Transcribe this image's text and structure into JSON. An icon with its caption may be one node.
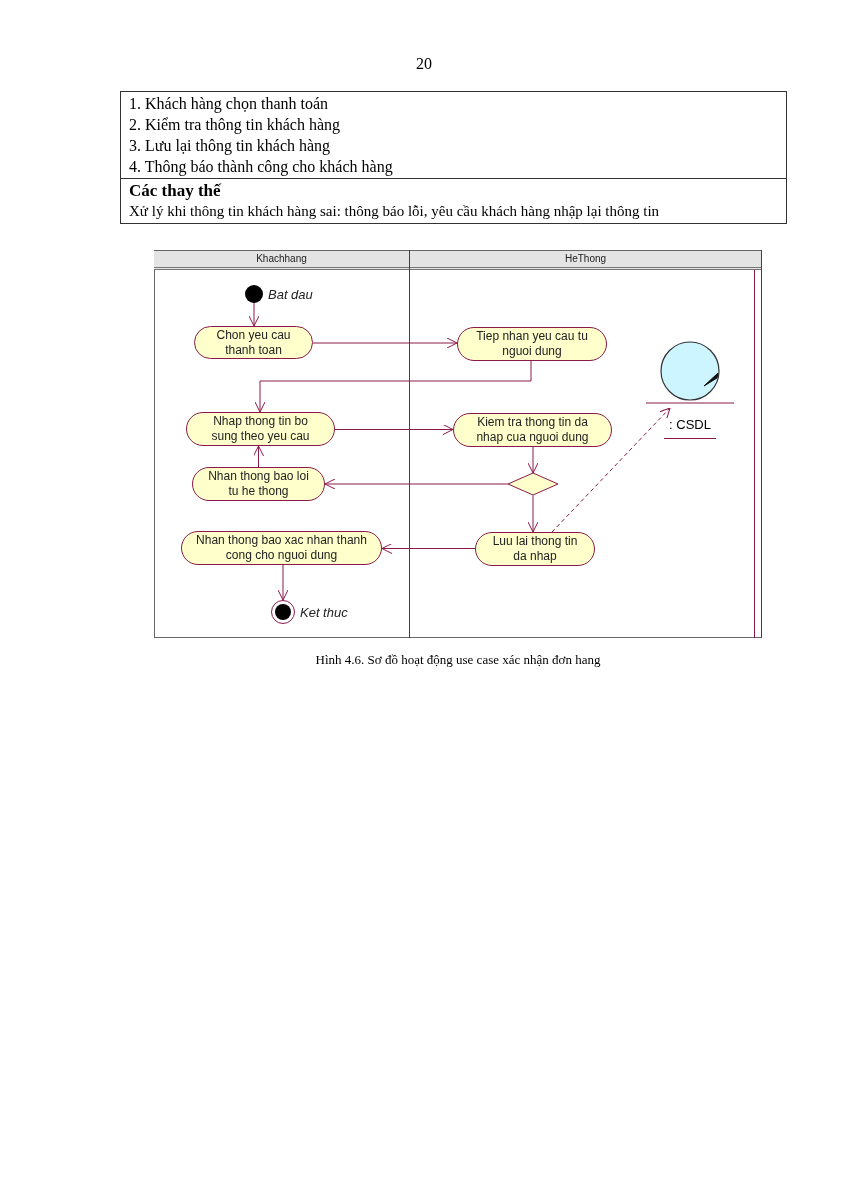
{
  "diagram": {
    "caption": "Hình 4.6. Sơ đồ hoạt động use case xác nhận đơn hang",
    "nodes": [
      {
        "text": [
          "Khachhang"
        ]
      },
      {
        "text": [
          "HeThong"
        ]
      },
      {
        "text": [],
        "shape": "circle",
        "in": 0,
        "beside": [
          "Bat dau"
        ]
      },
      {
        "text": [
          "Chon yeu cau thanh toan"
        ],
        "in": 0
      },
      {
        "text": [
          "Tiep nhan yeu cau tu nguoi dung"
        ],
        "in": 1
      },
      {
        "text": [
          "Nhap thong tin bo sung theo yeu cau"
        ],
        "in": 0
      },
      {
        "text": [
          "Kiem tra thong tin da nhap cua nguoi dung"
        ],
        "in": 1
      },
      {
        "text": [],
        "shape": "diamond",
        "in": 1
      },
      {
        "text": [
          "Nhan thong bao loi tu he thong"
        ],
        "in": 0
      },
      {
        "text": [
          "Luu lai thong tin da nhap"
        ],
        "in": 1
      },
      {
        "text": [
          "Nhan thong bao xac nhan thanh cong cho nguoi dung"
        ],
        "in": 0
      },
      {
        "text": [
          ": CSDL"
        ],
        "in": 1
      },
      {
        "text": [],
        "shape": "circle",
        "in": 0,
        "beside": [
          "Ket thuc"
        ]
      }
    ],
    "edges": [
      {
        "from": 2,
        "to": 3,
        "arrow": "to"
      },
      {
        "from": 3,
        "to": 4,
        "arrow": "to"
      },
      {
        "from": 4,
        "to": 5,
        "arrow": "to"
      },
      {
        "from": 5,
        "to": 6,
        "arrow": "to"
      },
      {
        "from": 6,
        "to": 7,
        "arrow": "to"
      },
      {
        "from": 7,
        "to": 8,
        "arrow": "to"
      },
      {
        "from": 8,
        "to": 5,
        "arrow": "to"
      },
      {
        "from": 7,
        "to": 9,
        "arrow": "to"
      },
      {
        "from": 9,
        "to": 10,
        "arrow": "to"
      },
      {
        "from": 9,
        "to": 11,
        "arrow": "to",
        "style": "dashed"
      },
      {
        "from": 10,
        "to": 12,
        "arrow": "to"
      }
    ],
    "labels": [
      "20",
      "1. Khách hàng chọn thanh toán",
      "2. Kiểm tra thông tin khách hàng",
      "3. Lưu lại thông tin khách hàng",
      "4. Thông báo thành công cho khách hàng",
      "Các thay thế",
      "Xử lý khi thông tin khách hàng sai: thông báo lỗi, yêu cầu khách hàng nhập lại thông tin"
    ]
  }
}
